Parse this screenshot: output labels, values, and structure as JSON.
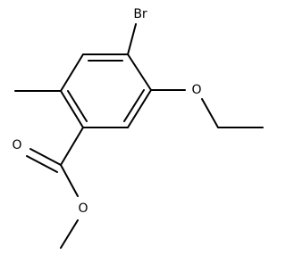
{
  "molecule": {
    "atoms": {
      "br": "Br",
      "o_ether": "O",
      "o_carbonyl": "O",
      "o_ester": "O"
    }
  },
  "colors": {
    "bond": "#000000",
    "background": "#ffffff"
  }
}
